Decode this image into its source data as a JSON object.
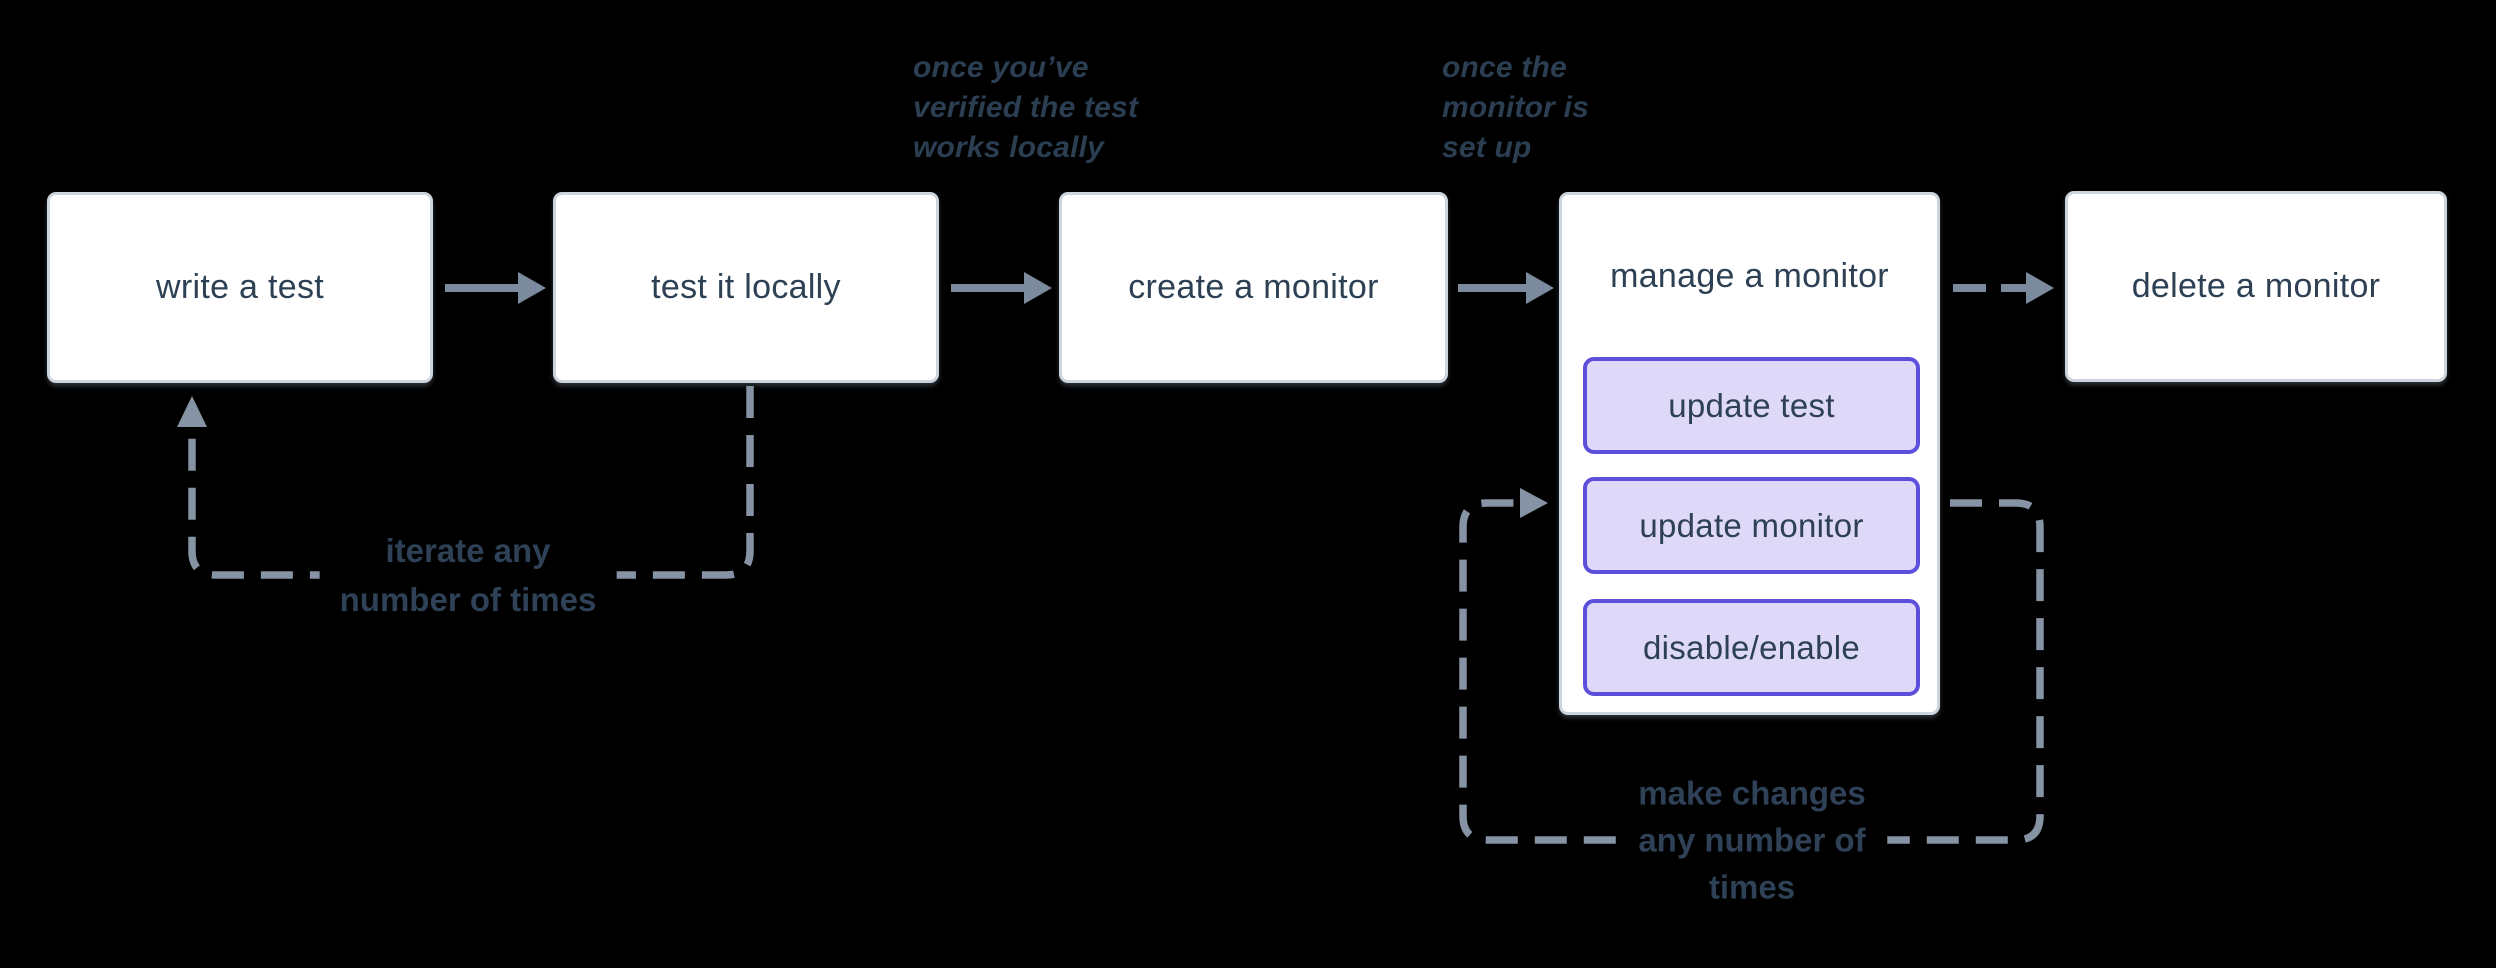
{
  "diagram": {
    "title": "monitor workflow diagram",
    "nodes": [
      {
        "label": "write a test"
      },
      {
        "label": "test it locally"
      },
      {
        "label": "create a monitor"
      },
      {
        "label": "manage a monitor",
        "children": [
          {
            "label": "update test"
          },
          {
            "label": "update monitor"
          },
          {
            "label": "disable/enable"
          }
        ]
      },
      {
        "label": "delete a monitor"
      }
    ],
    "annotations": {
      "after_test_locally": {
        "lines": [
          "once you’ve",
          "verified the test",
          "works locally"
        ]
      },
      "after_create_monitor": {
        "lines": [
          "once the",
          "monitor is",
          "set up"
        ]
      }
    },
    "loops": {
      "iterate": {
        "lines": [
          "iterate any",
          "number of times"
        ]
      },
      "make_changes": {
        "lines": [
          "make changes",
          "any number of",
          "times"
        ]
      }
    },
    "colors": {
      "background": "#000000",
      "node_fill": "#ffffff",
      "node_border": "#ccd5dd",
      "node_text": "#2e4154",
      "subnode_fill": "#ded9f8",
      "subnode_border": "#5c50da",
      "solid_arrow": "#7b8b9d",
      "dashed_loop": "#8593a4",
      "annotation_text": "#2b3e52",
      "loop_label_text": "#2e4156"
    }
  }
}
